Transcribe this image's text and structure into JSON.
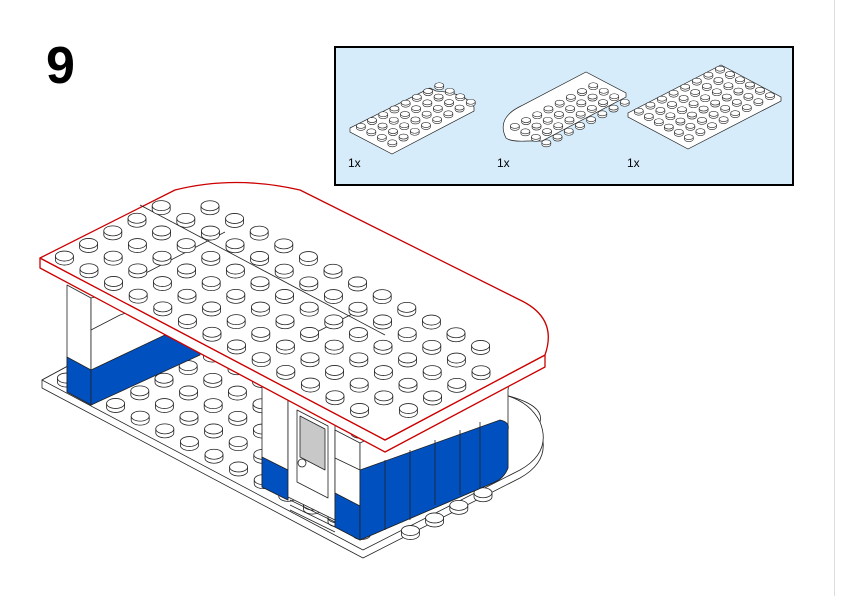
{
  "step": {
    "number": "9"
  },
  "parts_panel": {
    "items": [
      {
        "qty": "1x",
        "icon": "half-round-plate-left-icon"
      },
      {
        "qty": "1x",
        "icon": "half-round-plate-right-icon"
      },
      {
        "qty": "1x",
        "icon": "rectangular-plate-icon"
      }
    ]
  },
  "colors": {
    "panel_bg": "#d6ecfa",
    "brick_blue": "#0050c0",
    "highlight_red": "#cc0000",
    "door_gray": "#c8c8c8"
  }
}
